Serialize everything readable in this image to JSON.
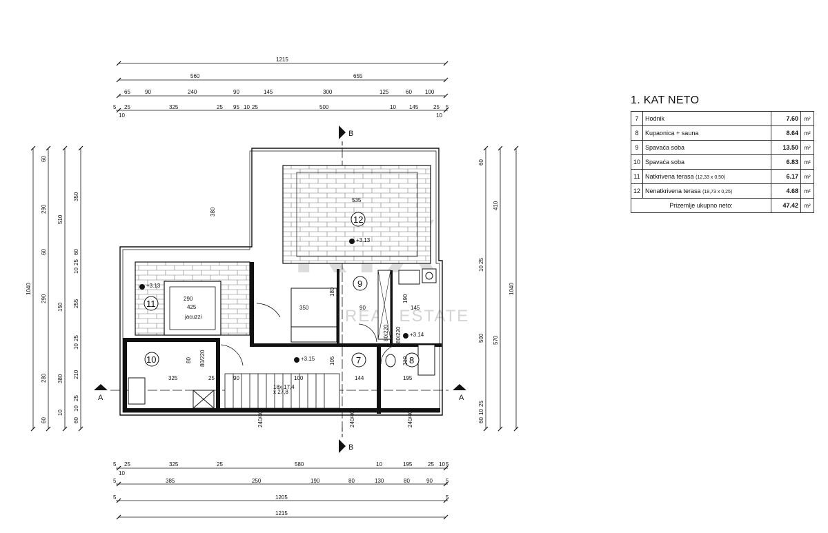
{
  "watermark": {
    "text_top": "RIX",
    "text_bottom": "REAL ESTATE"
  },
  "legend": {
    "title": "1. KAT NETO",
    "rows": [
      {
        "no": "7",
        "name": "Hodnik",
        "extra": "",
        "value": "7.60",
        "unit": "m²"
      },
      {
        "no": "8",
        "name": "Kupaonica + sauna",
        "extra": "",
        "value": "8.64",
        "unit": "m²"
      },
      {
        "no": "9",
        "name": "Spavaća soba",
        "extra": "",
        "value": "13.50",
        "unit": "m²"
      },
      {
        "no": "10",
        "name": "Spavaća soba",
        "extra": "",
        "value": "6.83",
        "unit": "m²"
      },
      {
        "no": "11",
        "name": "Natkrivena terasa",
        "extra": "(12,33 x 0,50)",
        "value": "6.17",
        "unit": "m²"
      },
      {
        "no": "12",
        "name": "Nenatkrivena terasa",
        "extra": "(18,73 x 0,25)",
        "value": "4.68",
        "unit": "m²"
      }
    ],
    "total": {
      "label": "Prizemlje ukupno neto:",
      "value": "47.42",
      "unit": "m²"
    }
  },
  "dimensions": {
    "top_total": "1215",
    "top_split": [
      "560",
      "655"
    ],
    "top_row3": [
      "65",
      "90",
      "240",
      "90",
      "145",
      "300",
      "125",
      "60",
      "100"
    ],
    "top_row4": [
      "5",
      "25",
      "325",
      "25",
      "95",
      "10",
      "25",
      "500",
      "10",
      "145",
      "25",
      "5"
    ],
    "top_row4_sub": [
      "10",
      "10"
    ],
    "bottom_row1": [
      "5",
      "25",
      "325",
      "25",
      "580",
      "10",
      "195",
      "25",
      "10",
      "5"
    ],
    "bottom_row1_sub": [
      "10"
    ],
    "bottom_row2": [
      "5",
      "385",
      "250",
      "190",
      "80",
      "130",
      "80",
      "90",
      "5"
    ],
    "bottom_row3": [
      "5",
      "1205",
      "5"
    ],
    "bottom_total": "1215",
    "left_total": "1040",
    "left_row2": [
      "60",
      "290",
      "60",
      "290",
      "280",
      "60"
    ],
    "left_row3": [
      "510",
      "150",
      "380",
      "10"
    ],
    "left_row4": [
      "350",
      "60",
      "25",
      "10",
      "255",
      "25",
      "10",
      "210",
      "25",
      "10",
      "60"
    ],
    "right_row1": [
      "60",
      "25",
      "10",
      "500",
      "25",
      "10",
      "60"
    ],
    "right_row2": [
      "410",
      "570"
    ],
    "right_total": "1040"
  },
  "sections": {
    "a": "A",
    "b": "B"
  },
  "rooms": {
    "r7": "7",
    "r8": "8",
    "r9": "9",
    "r10": "10",
    "r11": "11",
    "r12": "12",
    "jacuzzi": "jacuzzi",
    "jacuzzi_w": "290",
    "jacuzzi_l": "425",
    "stair": "18x 17,4",
    "stair2": "x 27,8"
  },
  "levels": {
    "l1": "+3.13",
    "l2": "+3.13",
    "l3": "+3.15",
    "l4": "+3.14"
  },
  "inner_dims": {
    "d535": "535",
    "d380": "380",
    "d350": "350",
    "d180": "180",
    "d90": "90",
    "d10": "10",
    "d145": "145",
    "d190": "190",
    "d325": "325",
    "d25": "25",
    "d90b": "90",
    "d105": "105",
    "d144": "144",
    "d195": "195",
    "d310": "310",
    "d80": "80",
    "d100": "100",
    "doors": [
      "80/220",
      "80/220",
      "80/220",
      "240/40",
      "240/40",
      "240/40"
    ]
  }
}
